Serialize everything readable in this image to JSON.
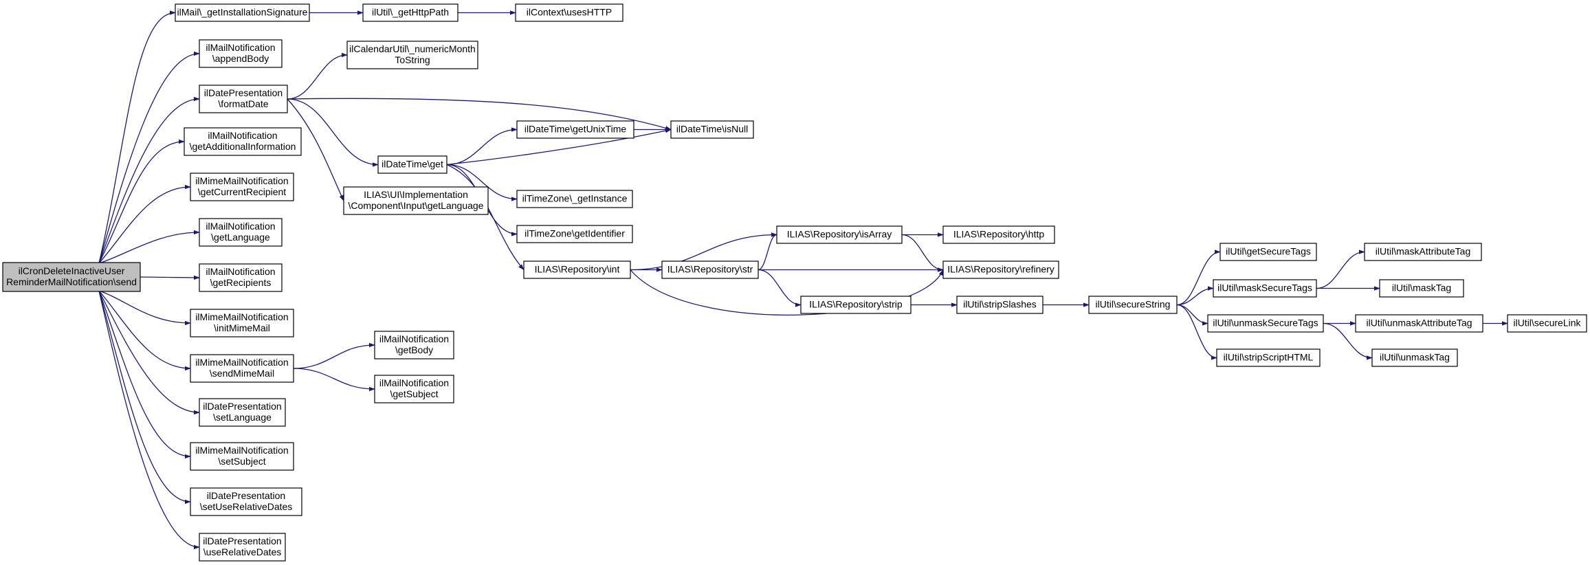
{
  "colors": {
    "edge": "#191970",
    "node_fill": "#ffffff",
    "root_fill": "#bfbfbf",
    "border": "#000000"
  },
  "nodes": [
    {
      "id": "root",
      "lines": [
        "ilCronDeleteInactiveUser",
        "ReminderMailNotification\\send"
      ],
      "root": true
    },
    {
      "id": "n1",
      "lines": [
        "ilMail\\_getInstallationSignature"
      ]
    },
    {
      "id": "n2",
      "lines": [
        "ilUtil\\_getHttpPath"
      ]
    },
    {
      "id": "n3",
      "lines": [
        "ilContext\\usesHTTP"
      ]
    },
    {
      "id": "n4",
      "lines": [
        "ilMailNotification",
        "\\appendBody"
      ]
    },
    {
      "id": "n5",
      "lines": [
        "ilDatePresentation",
        "\\formatDate"
      ]
    },
    {
      "id": "n6",
      "lines": [
        "ilCalendarUtil\\_numericMonth",
        "ToString"
      ]
    },
    {
      "id": "n7",
      "lines": [
        "ilDateTime\\isNull"
      ]
    },
    {
      "id": "n8",
      "lines": [
        "ilDateTime\\get"
      ]
    },
    {
      "id": "n9",
      "lines": [
        "ILIAS\\UI\\Implementation",
        "\\Component\\Input\\getLanguage"
      ]
    },
    {
      "id": "n10",
      "lines": [
        "ilMailNotification",
        "\\getAdditionalInformation"
      ]
    },
    {
      "id": "n11",
      "lines": [
        "ilMimeMailNotification",
        "\\getCurrentRecipient"
      ]
    },
    {
      "id": "n12",
      "lines": [
        "ilMailNotification",
        "\\getLanguage"
      ]
    },
    {
      "id": "n13",
      "lines": [
        "ilMailNotification",
        "\\getRecipients"
      ]
    },
    {
      "id": "n14",
      "lines": [
        "ilMimeMailNotification",
        "\\initMimeMail"
      ]
    },
    {
      "id": "n15",
      "lines": [
        "ilMimeMailNotification",
        "\\sendMimeMail"
      ]
    },
    {
      "id": "n16",
      "lines": [
        "ilMailNotification",
        "\\getBody"
      ]
    },
    {
      "id": "n17",
      "lines": [
        "ilMailNotification",
        "\\getSubject"
      ]
    },
    {
      "id": "n18",
      "lines": [
        "ilDatePresentation",
        "\\setLanguage"
      ]
    },
    {
      "id": "n19",
      "lines": [
        "ilMimeMailNotification",
        "\\setSubject"
      ]
    },
    {
      "id": "n20",
      "lines": [
        "ilDatePresentation",
        "\\setUseRelativeDates"
      ]
    },
    {
      "id": "n21",
      "lines": [
        "ilDatePresentation",
        "\\useRelativeDates"
      ]
    },
    {
      "id": "n22",
      "lines": [
        "ilDateTime\\getUnixTime"
      ]
    },
    {
      "id": "n23",
      "lines": [
        "ilTimeZone\\_getInstance"
      ]
    },
    {
      "id": "n24",
      "lines": [
        "ilTimeZone\\getIdentifier"
      ]
    },
    {
      "id": "n25",
      "lines": [
        "ILIAS\\Repository\\int"
      ]
    },
    {
      "id": "n26",
      "lines": [
        "ILIAS\\Repository\\str"
      ]
    },
    {
      "id": "n27",
      "lines": [
        "ILIAS\\Repository\\isArray"
      ]
    },
    {
      "id": "n28",
      "lines": [
        "ILIAS\\Repository\\http"
      ]
    },
    {
      "id": "n29",
      "lines": [
        "ILIAS\\Repository\\refinery"
      ]
    },
    {
      "id": "n30",
      "lines": [
        "ILIAS\\Repository\\strip"
      ]
    },
    {
      "id": "n31",
      "lines": [
        "ilUtil\\stripSlashes"
      ]
    },
    {
      "id": "n32",
      "lines": [
        "ilUtil\\secureString"
      ]
    },
    {
      "id": "n33",
      "lines": [
        "ilUtil\\getSecureTags"
      ]
    },
    {
      "id": "n34",
      "lines": [
        "ilUtil\\maskSecureTags"
      ]
    },
    {
      "id": "n35",
      "lines": [
        "ilUtil\\maskAttributeTag"
      ]
    },
    {
      "id": "n36",
      "lines": [
        "ilUtil\\maskTag"
      ]
    },
    {
      "id": "n37",
      "lines": [
        "ilUtil\\unmaskSecureTags"
      ]
    },
    {
      "id": "n38",
      "lines": [
        "ilUtil\\unmaskAttributeTag"
      ]
    },
    {
      "id": "n39",
      "lines": [
        "ilUtil\\secureLink"
      ]
    },
    {
      "id": "n40",
      "lines": [
        "ilUtil\\unmaskTag"
      ]
    },
    {
      "id": "n41",
      "lines": [
        "ilUtil\\stripScriptHTML"
      ]
    }
  ]
}
